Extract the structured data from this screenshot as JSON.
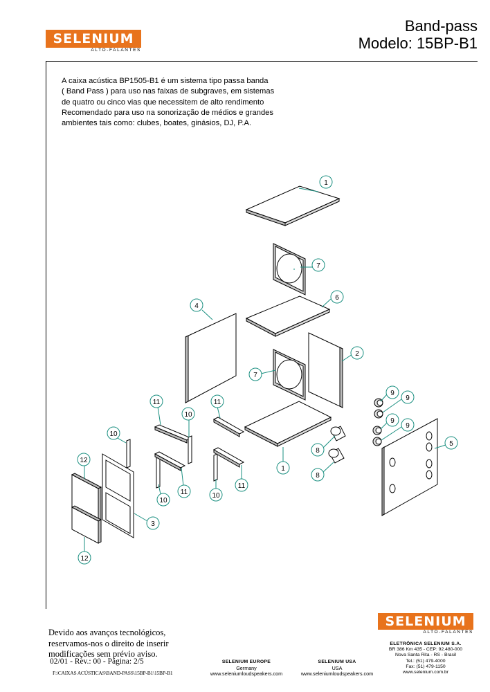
{
  "header": {
    "logo_text": "SELENIUM",
    "logo_sub": "ALTO-FALANTES",
    "title_line1": "Band-pass",
    "title_line2": "Modelo: 15BP-B1"
  },
  "intro": [
    "A caixa acústica BP1505-B1 é um sistema tipo passa banda",
    "( Band Pass ) para uso nas faixas de subgraves, em sistemas",
    "de quatro ou cinco vias que necessitem de alto rendimento",
    "Recomendado para uso na sonorização de médios e grandes",
    "ambientes tais como: clubes, boates, ginásios, DJ, P.A."
  ],
  "diagram": {
    "callouts": [
      "1",
      "7",
      "6",
      "4",
      "2",
      "7",
      "11",
      "11",
      "10",
      "10",
      "9",
      "9",
      "9",
      "9",
      "12",
      "8",
      "5",
      "1",
      "8",
      "10",
      "11",
      "10",
      "11",
      "3",
      "12"
    ]
  },
  "footer": {
    "notice": [
      "Devido aos avanços tecnológicos,",
      "reservamos-nos o direito de inserir",
      "modificações sem prévio aviso."
    ],
    "revision": "02/01 - Rev.: 00 - Página: 2/5",
    "file_path": "F:\\CAIXAS ACÚSTICAS\\BAND-PASS\\15BP-B1\\15BP-B1",
    "europe": {
      "name": "SELENIUM EUROPE",
      "country": "Germany",
      "web": "www.seleniumloudspeakers.com"
    },
    "usa": {
      "name": "SELENIUM USA",
      "country": "USA",
      "web": "www.seleniumloudspeakers.com"
    },
    "corp": {
      "name": "ELETRÔNICA SELENIUM S.A.",
      "address1": "BR 386 Km 435 - CEP: 92.480-000",
      "address2": "Nova Santa Rita - RS - Brasil",
      "tel": "Tel.: (51) 479-4000",
      "fax": "Fax: (51) 479-1150",
      "web": "www.selenium.com.br"
    }
  },
  "colors": {
    "brand_orange": "#e8731c",
    "callout_teal": "#1a8f80"
  }
}
